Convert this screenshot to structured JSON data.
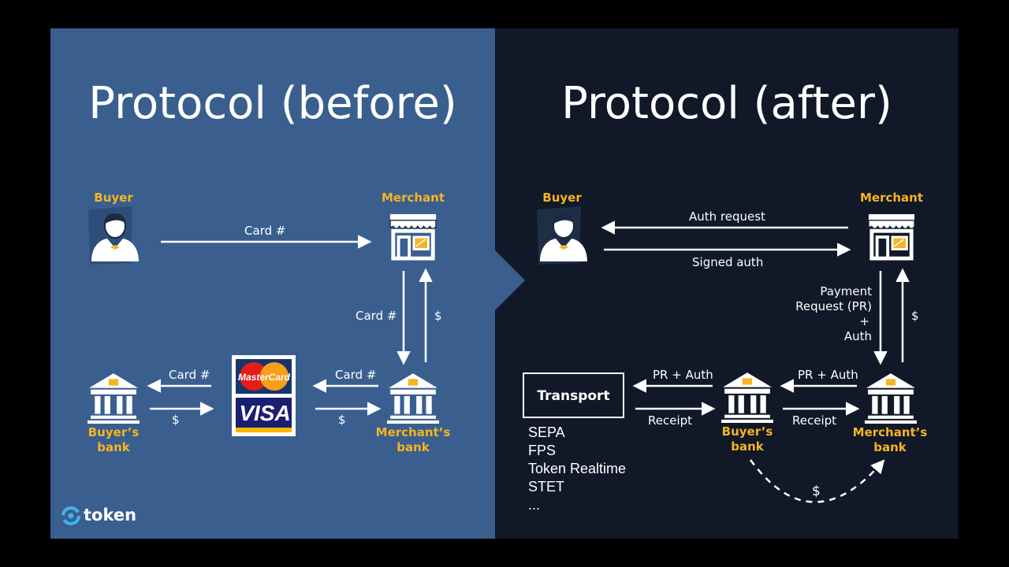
{
  "colors": {
    "left_panel": "#3a5f8f",
    "right_panel": "#111827",
    "accent": "#f5b522",
    "text": "#ffffff"
  },
  "left": {
    "title": "Protocol (before)",
    "buyer_label": "Buyer",
    "merchant_label": "Merchant",
    "buyers_bank_label": "Buyer’s bank",
    "merchants_bank_label": "Merchant’s bank",
    "edges": {
      "buyer_to_merchant": "Card #",
      "merchant_to_mbank": "Card #",
      "mbank_to_merchant": "$",
      "mbank_to_cards": "Card #",
      "cards_to_mbank": "$",
      "cards_to_bbank": "Card #",
      "bbank_to_cards": "$"
    },
    "card_logos": [
      "MasterCard",
      "VISA"
    ]
  },
  "right": {
    "title": "Protocol (after)",
    "buyer_label": "Buyer",
    "merchant_label": "Merchant",
    "buyers_bank_label": "Buyer’s bank",
    "merchants_bank_label": "Merchant’s bank",
    "edges": {
      "auth_request": "Auth request",
      "signed_auth": "Signed auth",
      "payment_request": [
        "Payment",
        "Request (PR)",
        "+",
        "Auth"
      ],
      "mbank_to_merchant": "$",
      "mbank_to_bbank": "PR + Auth",
      "bbank_to_mbank": "Receipt",
      "bbank_to_transport": "PR + Auth",
      "transport_to_bbank": "Receipt",
      "settlement": "$"
    },
    "transport_label": "Transport",
    "transport_rails": [
      "SEPA",
      "FPS",
      "Token Realtime",
      "STET",
      "..."
    ]
  },
  "brand": {
    "name": "token"
  }
}
